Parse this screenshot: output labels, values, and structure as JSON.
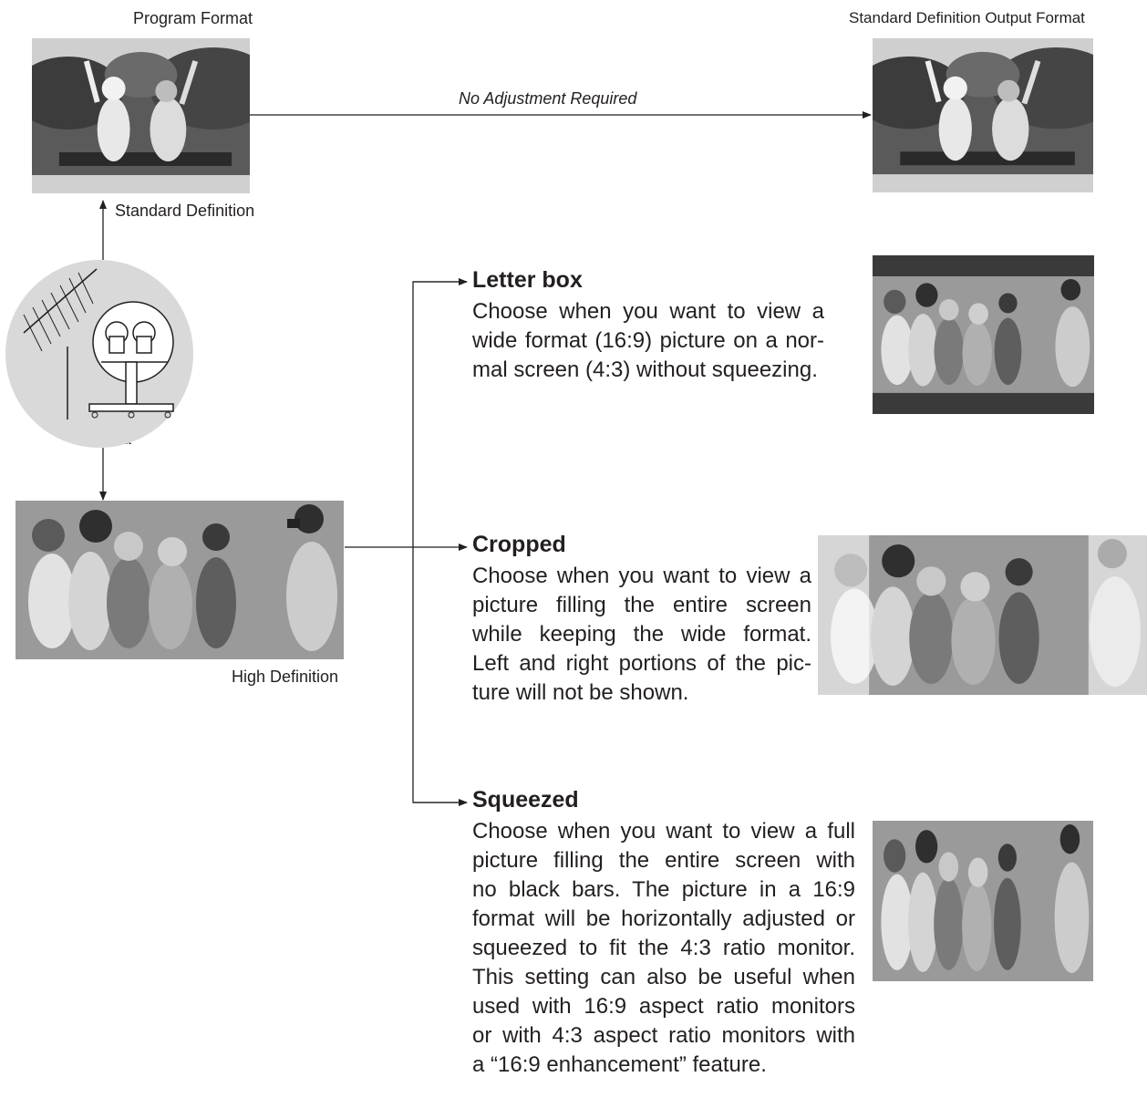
{
  "labels": {
    "program_format": "Program Format",
    "output_format": "Standard Definition Output Format",
    "no_adjustment": "No Adjustment Required",
    "standard_definition": "Standard Definition",
    "antenna": "antenna",
    "high_definition": "High Definition"
  },
  "options": [
    {
      "title": "Letter box",
      "lines": [
        "Choose when you want to view a",
        "wide format (16:9) picture on a nor-",
        "mal screen (4:3) without squeezing."
      ]
    },
    {
      "title": "Cropped",
      "lines": [
        "Choose when you want to view a",
        "picture filling the entire screen",
        "while keeping the wide format.",
        "Left and right portions of the pic-",
        "ture will not be shown."
      ]
    },
    {
      "title": "Squeezed",
      "lines": [
        "Choose when you want to view a full",
        "picture filling the entire screen with",
        "no black bars.  The picture in a 16:9",
        "format will be horizontally adjusted or",
        "squeezed to fit the 4:3 ratio monitor.",
        "This setting can also be useful when",
        "used with 16:9 aspect ratio monitors",
        "or with 4:3 aspect ratio monitors with",
        "a “16:9 enhancement” feature."
      ]
    }
  ],
  "icons": {
    "antenna": "antenna-dish-icon",
    "arrow": "arrow-icon"
  },
  "colors": {
    "ink": "#231f20",
    "circle": "#d9d9d9",
    "letterbox_bar": "#3a3a3a"
  }
}
